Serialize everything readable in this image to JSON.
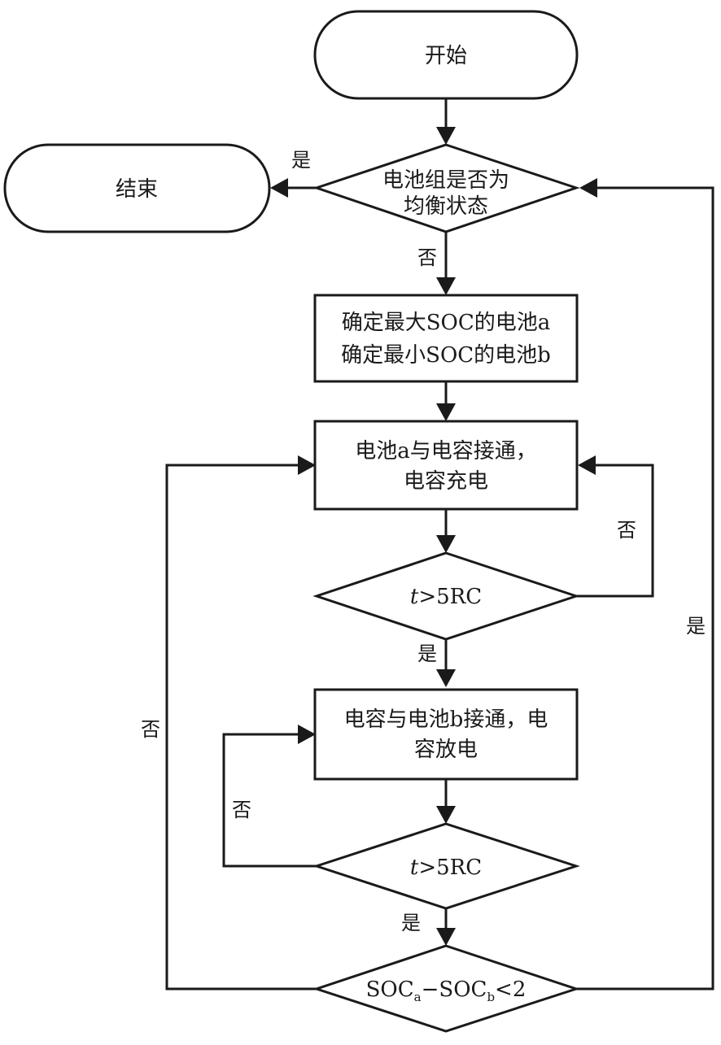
{
  "diagram": {
    "type": "flowchart",
    "nodes": {
      "start": {
        "shape": "terminal",
        "lines": [
          "开始"
        ]
      },
      "end": {
        "shape": "terminal",
        "lines": [
          "结束"
        ]
      },
      "check_balance": {
        "shape": "decision",
        "lines": [
          "电池组是否为",
          "均衡状态"
        ]
      },
      "determine_cells": {
        "shape": "process",
        "lines": [
          "确定最大SOC的电池a",
          "确定最小SOC的电池b"
        ]
      },
      "charge_cap": {
        "shape": "process",
        "lines": [
          "电池a与电容接通，",
          "电容充电"
        ]
      },
      "check_t1": {
        "shape": "decision",
        "var": "t",
        "rest": ">5RC"
      },
      "discharge_cap": {
        "shape": "process",
        "lines": [
          "电容与电池b接通，电",
          "容放电"
        ]
      },
      "check_t2": {
        "shape": "decision",
        "var": "t",
        "rest": ">5RC"
      },
      "check_soc": {
        "shape": "decision",
        "soc": "SOC",
        "sub_a": "a",
        "minus": "−",
        "sub_b": "b",
        "rest": "<2"
      }
    },
    "edges": [
      {
        "from": "start",
        "to": "check_balance",
        "label": ""
      },
      {
        "from": "check_balance",
        "to": "end",
        "label": "是"
      },
      {
        "from": "check_balance",
        "to": "determine_cells",
        "label": "否"
      },
      {
        "from": "determine_cells",
        "to": "charge_cap",
        "label": ""
      },
      {
        "from": "charge_cap",
        "to": "check_t1",
        "label": ""
      },
      {
        "from": "check_t1",
        "to": "charge_cap",
        "label": "否"
      },
      {
        "from": "check_t1",
        "to": "discharge_cap",
        "label": "是"
      },
      {
        "from": "discharge_cap",
        "to": "check_t2",
        "label": ""
      },
      {
        "from": "check_t2",
        "to": "discharge_cap",
        "label": "否"
      },
      {
        "from": "check_t2",
        "to": "check_soc",
        "label": "是"
      },
      {
        "from": "check_soc",
        "to": "charge_cap",
        "label": "否"
      },
      {
        "from": "check_soc",
        "to": "check_balance",
        "label": "是"
      }
    ],
    "labels": {
      "yes": "是",
      "no": "否"
    }
  }
}
